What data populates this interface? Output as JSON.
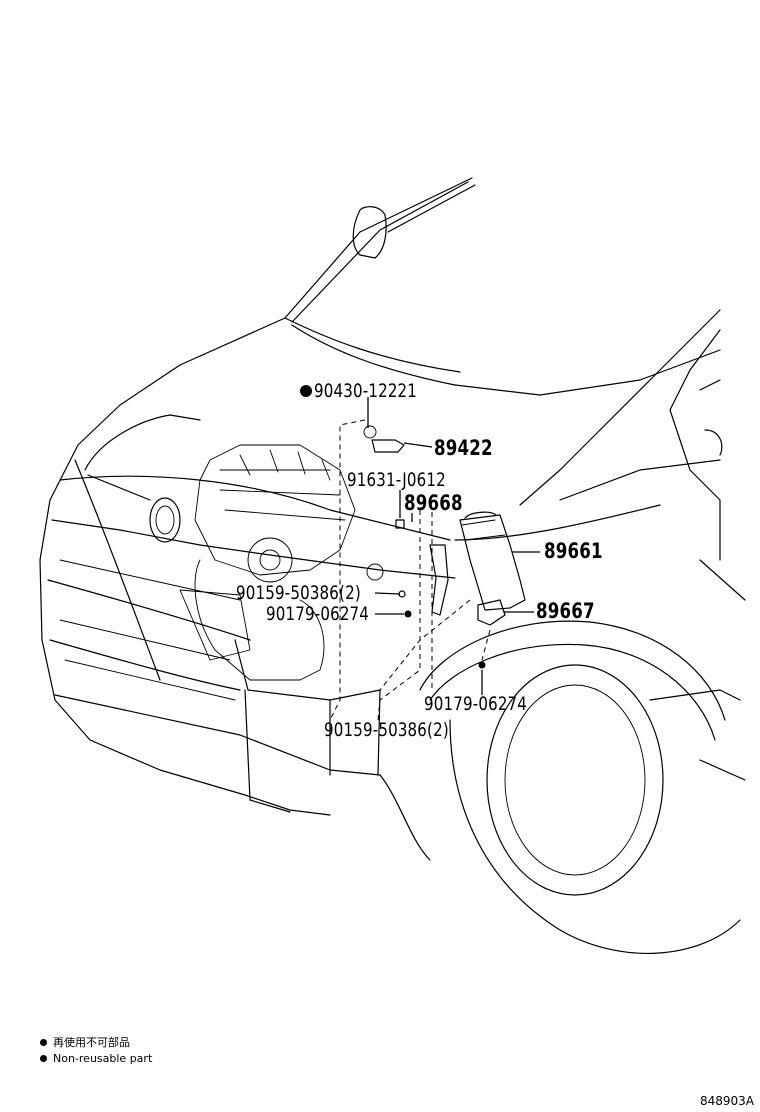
{
  "labels": {
    "p90430": "90430-12221",
    "p89422": "89422",
    "p91631": "91631-J0612",
    "p89668": "89668",
    "p89661": "89661",
    "p90159a": "90159-50386(2)",
    "p90179a": "90179-06274",
    "p89667": "89667",
    "p90179b": "90179-06274",
    "p90159b": "90159-50386(2)"
  },
  "legend": {
    "japanese": "再使用不可部品",
    "english": "Non-reusable part"
  },
  "illustration_id": "848903A"
}
